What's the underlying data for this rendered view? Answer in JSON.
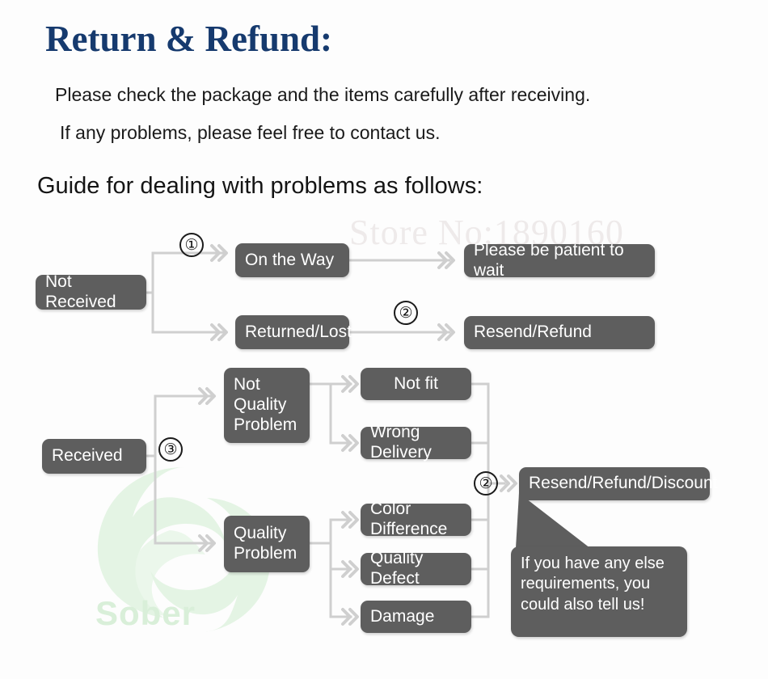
{
  "page": {
    "title": "Return & Refund:",
    "intro_line_1": "Please check the package and the items carefully after receiving.",
    "intro_line_2": "If any problems, please feel free to contact us.",
    "guide_heading": "Guide for dealing with problems as follows:"
  },
  "watermark": {
    "store": "Store No:1890160",
    "brand": "Sober"
  },
  "colors": {
    "title": "#163a6e",
    "node_fill": "#5e5e5e",
    "node_text": "#ffffff",
    "connector": "#c9c9c9",
    "background": "#fdfdfd",
    "watermark_green": "#d9efd9",
    "watermark_gray": "#eeeaea"
  },
  "flow": {
    "nodes": [
      {
        "id": "not-received",
        "label": "Not Received"
      },
      {
        "id": "on-the-way",
        "label": "On the Way"
      },
      {
        "id": "returned-lost",
        "label": "Returned/Lost"
      },
      {
        "id": "please-be-patient",
        "label": "Please be patient to wait"
      },
      {
        "id": "resend-refund",
        "label": "Resend/Refund"
      },
      {
        "id": "received",
        "label": "Received"
      },
      {
        "id": "not-quality-problem",
        "label": "Not\nQuality\nProblem"
      },
      {
        "id": "quality-problem",
        "label": "Quality\nProblem"
      },
      {
        "id": "not-fit",
        "label": "Not fit"
      },
      {
        "id": "wrong-delivery",
        "label": "Wrong Delivery"
      },
      {
        "id": "color-difference",
        "label": "Color Difference"
      },
      {
        "id": "quality-defect",
        "label": "Quality Defect"
      },
      {
        "id": "damage",
        "label": "Damage"
      },
      {
        "id": "resend-refund-discount",
        "label": "Resend/Refund/Discount"
      }
    ],
    "markers": [
      {
        "id": "marker-1",
        "label": "①"
      },
      {
        "id": "marker-2",
        "label": "②"
      },
      {
        "id": "marker-3",
        "label": "③"
      },
      {
        "id": "marker-4",
        "label": "②"
      }
    ],
    "callout": {
      "text": "If you have any else requirements, you could also tell us!"
    }
  }
}
